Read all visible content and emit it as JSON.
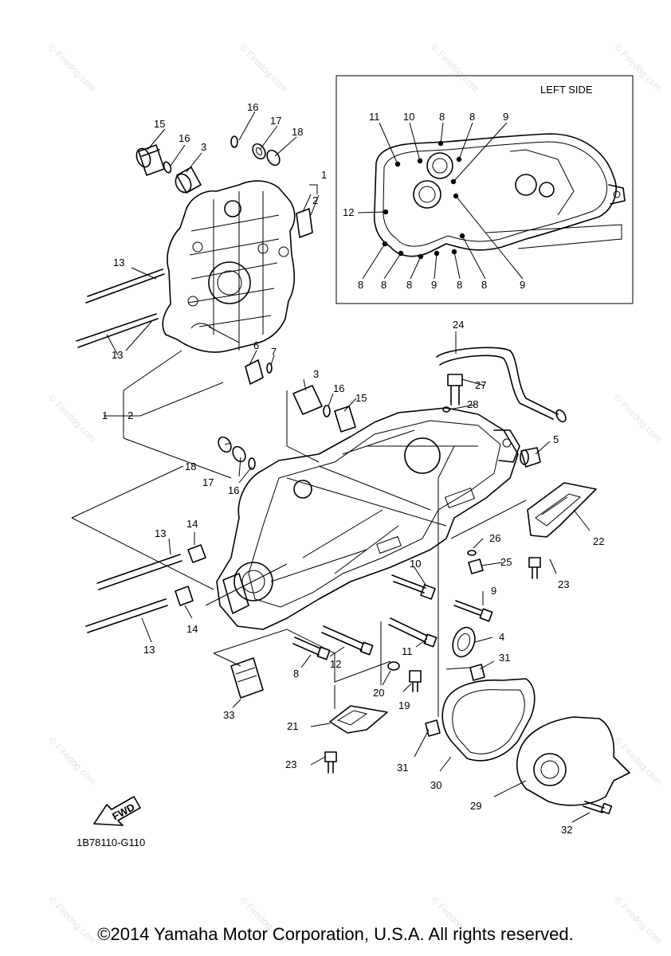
{
  "inset_title": "LEFT SIDE",
  "diagram_code": "1B78110-G110",
  "fwd_label": "FWD",
  "copyright": "©2014 Yamaha Motor Corporation, U.S.A. All rights reserved.",
  "watermark": "© Firedog.com",
  "callouts": {
    "c1": "1",
    "c2": "2",
    "c3": "3",
    "c4": "4",
    "c5": "5",
    "c6": "6",
    "c7": "7",
    "c8": "8",
    "c9": "9",
    "c10": "10",
    "c11": "11",
    "c12": "12",
    "c13": "13",
    "c14": "14",
    "c15": "15",
    "c16": "16",
    "c17": "17",
    "c18": "18",
    "c19": "19",
    "c20": "20",
    "c21": "21",
    "c22": "22",
    "c23": "23",
    "c24": "24",
    "c25": "25",
    "c26": "26",
    "c27": "27",
    "c28": "28",
    "c29": "29",
    "c30": "30",
    "c31": "31",
    "c32": "32",
    "c33": "33"
  }
}
